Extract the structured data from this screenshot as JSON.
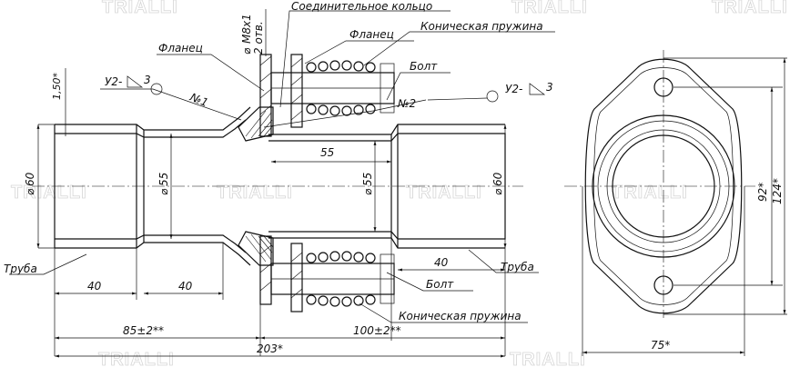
{
  "labels": {
    "connecting_ring": "Соединительное кольцо",
    "flange_top": "Фланец",
    "flange_left": "Фланец",
    "conical_spring_top": "Коническая пружина",
    "conical_spring_bottom": "Коническая пружина",
    "bolt_top": "Болт",
    "bolt_bottom": "Болт",
    "pipe_left": "Труба",
    "pipe_right": "Труба",
    "weld_left": "У2-",
    "weld_left_num": "3",
    "weld_right": "У2-",
    "weld_right_num": "3",
    "weld_n1": "№1",
    "weld_n2": "№2",
    "thread": "M8x1",
    "holes": "2 отв."
  },
  "dimensions": {
    "wall": "1,50*",
    "d60_left": "60",
    "d55_left": "55",
    "d55_right": "55",
    "d60_right": "60",
    "len_55": "55",
    "len_40_a": "40",
    "len_40_b": "40",
    "len_40_c": "40",
    "len_85": "85±2**",
    "len_100": "100±2**",
    "len_203": "203*",
    "w_75": "75*",
    "h_92": "92*",
    "h_124": "124*"
  },
  "watermark": "TRIALLI"
}
